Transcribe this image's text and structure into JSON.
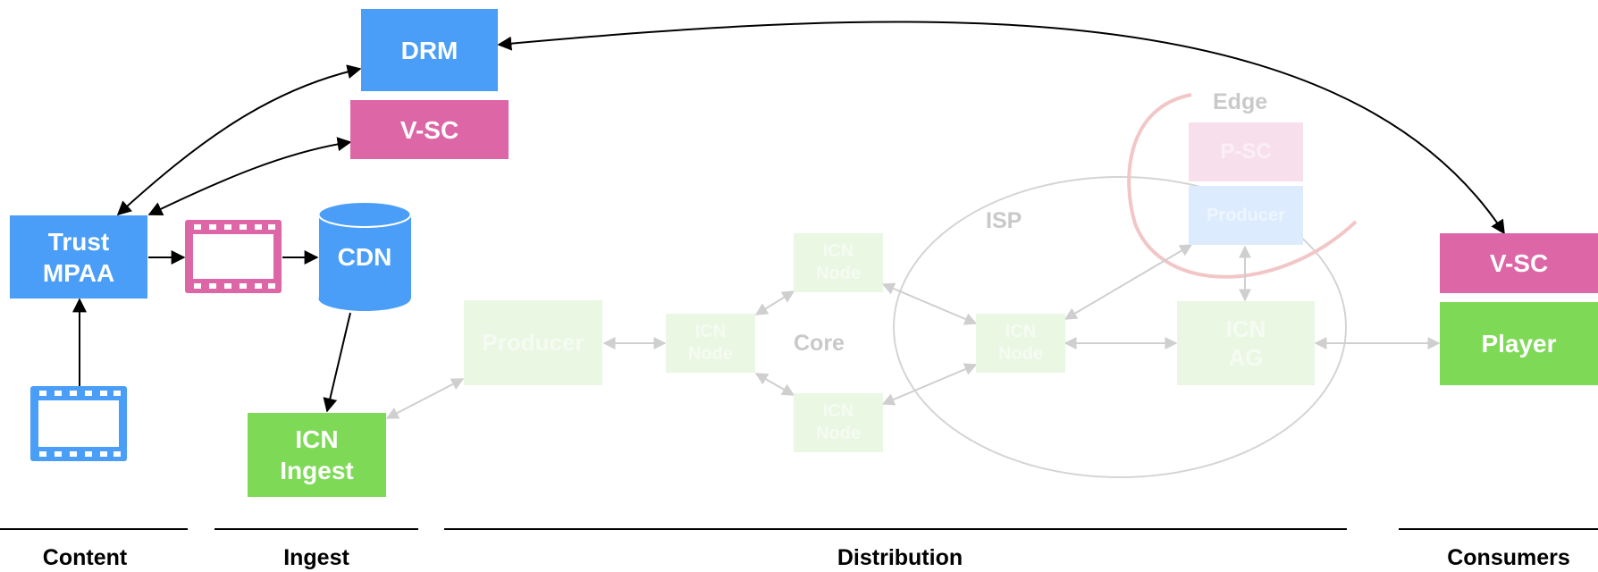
{
  "nodes": {
    "drm": "DRM",
    "vsc_top": "V-SC",
    "trust": "Trust\nMPAA",
    "cdn": "CDN",
    "icn_ingest": "ICN\nIngest",
    "producer_faint": "Producer",
    "icn_node_left": "ICN\nNode",
    "icn_node_top": "ICN\nNode",
    "icn_node_bottom": "ICN\nNode",
    "icn_node_isp": "ICN\nNode",
    "icn_ag": "ICN\nAG",
    "psc_faint": "P-SC",
    "producer_edge_faint": "Producer",
    "core": "Core",
    "isp": "ISP",
    "edge": "Edge",
    "vsc_consumer": "V-SC",
    "player": "Player"
  },
  "sections": {
    "content": "Content",
    "ingest": "Ingest",
    "distribution": "Distribution",
    "consumers": "Consumers"
  },
  "colors": {
    "blue": "#4a9ef7",
    "pink": "#dd66a6",
    "green": "#7ed957",
    "faint_gray": "#c9c9c9"
  }
}
